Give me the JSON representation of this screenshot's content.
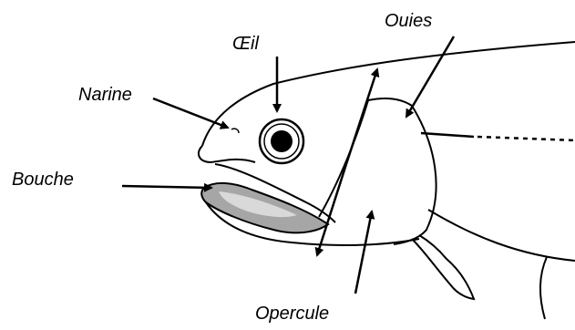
{
  "labels": {
    "oeil": "Œil",
    "ouies": "Ouies",
    "narine": "Narine",
    "bouche": "Bouche",
    "opercule": "Opercule"
  },
  "colors": {
    "outline": "#000000",
    "mouth_fill": "#a6a6a6",
    "mouth_highlight": "#d9d9d9",
    "background": "#ffffff"
  }
}
